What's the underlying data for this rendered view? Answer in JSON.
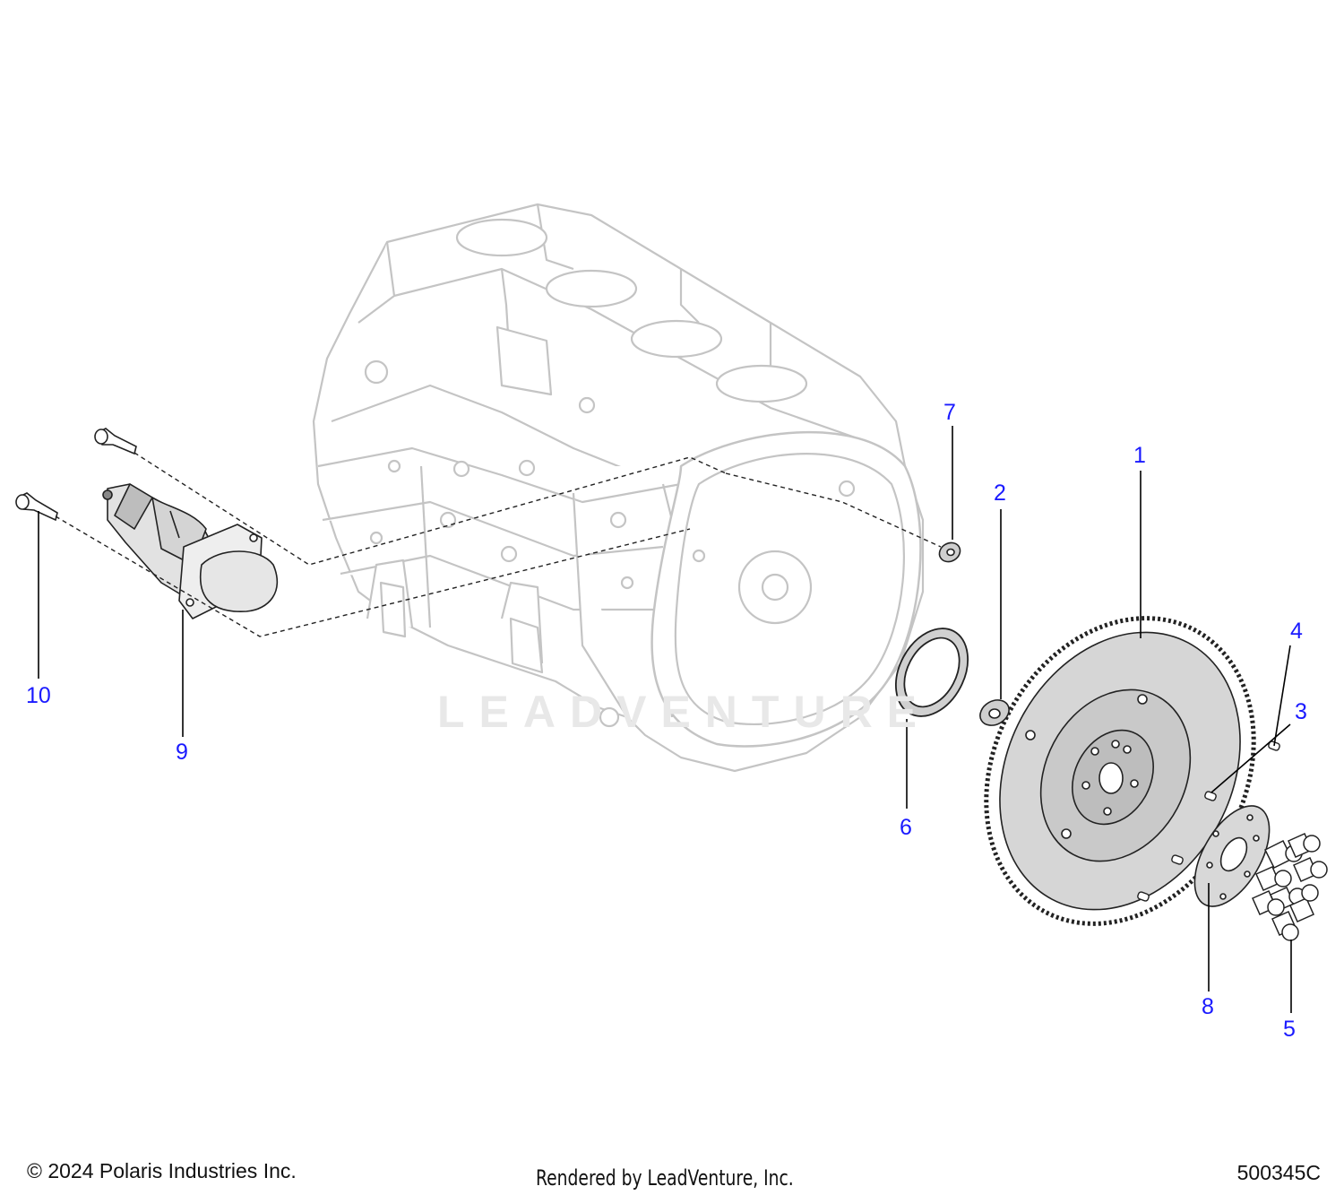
{
  "diagram": {
    "watermark": "LEADVENTURE",
    "callouts": {
      "c1": "1",
      "c2": "2",
      "c3": "3",
      "c4": "4",
      "c5": "5",
      "c6": "6",
      "c7": "7",
      "c8": "8",
      "c9": "9",
      "c10": "10"
    },
    "colors": {
      "callout": "#1a1aff",
      "line": "#000000",
      "block_outline": "#c9c9c9",
      "part_fill": "#d9d9d9"
    }
  },
  "footer": {
    "copyright": "© 2024 Polaris Industries Inc.",
    "rendered_by": "Rendered by LeadVenture, Inc.",
    "diagram_id": "500345C"
  }
}
